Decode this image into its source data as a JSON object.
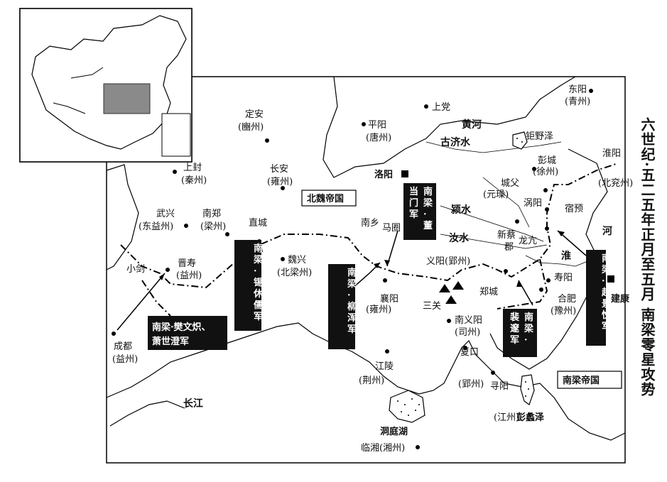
{
  "title": "六世纪·五二五年正月至五月 南梁零星攻势",
  "states": {
    "north": "北魏帝国",
    "south": "南梁帝国"
  },
  "places": {
    "dongyang": [
      "东阳",
      "(青州)"
    ],
    "dingan": [
      "定安",
      "(豳州)"
    ],
    "pingyang": [
      "平阳",
      "(唐州)"
    ],
    "shangdang": "上党",
    "shangfeng": [
      "上封",
      "(秦州)"
    ],
    "changan": [
      "长安",
      "(雍州)"
    ],
    "luoyang": "洛阳",
    "pengcheng": [
      "彭城",
      "(徐州)"
    ],
    "huaiyang": [
      "淮阳",
      "(北兖州)"
    ],
    "yuanchengfu": [
      "城父",
      "(元璪)"
    ],
    "guoyang": "涡阳",
    "suyu": "宿预",
    "wuxing": [
      "武兴",
      "(东益州)"
    ],
    "nanzheng": [
      "南郑",
      "(梁州)"
    ],
    "zhicheng": "直城",
    "nanxiang": "南乡",
    "majuan": "马圈",
    "xincai": [
      "新蔡",
      "郡"
    ],
    "longkang": "龙亢",
    "jinshou": [
      "晋寿",
      "(益州)"
    ],
    "xiaojian": "小剑",
    "weixing": [
      "魏兴",
      "(北梁州)"
    ],
    "yiyang": "义阳(郢州)",
    "shouyang": "寿阳",
    "xiangyang": [
      "襄阳",
      "(雍州)"
    ],
    "sanguan": "三关",
    "zhengcheng": "郑城",
    "hefei": [
      "合肥",
      "(豫州)"
    ],
    "jiankang": "建康",
    "nanyiyang": [
      "南义阳",
      "(司州)"
    ],
    "chengdu": [
      "成都",
      "(益州)"
    ],
    "jiangling": [
      "江陵",
      "(荆州)"
    ],
    "xiakou": [
      "夏口",
      "(郢州)"
    ],
    "xunyang": [
      "寻阳",
      "(江州)"
    ],
    "linxiang": "临湘(湘州)"
  },
  "water": {
    "huanghe": "黄河",
    "guji": "古济水",
    "juye": "钜野泽",
    "ying": "颍水",
    "ru": "汝水",
    "huai": "淮",
    "he": "河",
    "changjiang": "长江",
    "dongting": "洞庭湖",
    "pengli": "彭蠡泽"
  },
  "commanders": {
    "dong": "南梁·董当门军",
    "fan": [
      "南梁·樊文炽、",
      "萧世澄军"
    ],
    "xi": "南梁·锡休儒军",
    "liu": "南梁·柳浑军",
    "pei": "南梁·裴邃军",
    "zhao": "南梁·赵景悦军"
  }
}
